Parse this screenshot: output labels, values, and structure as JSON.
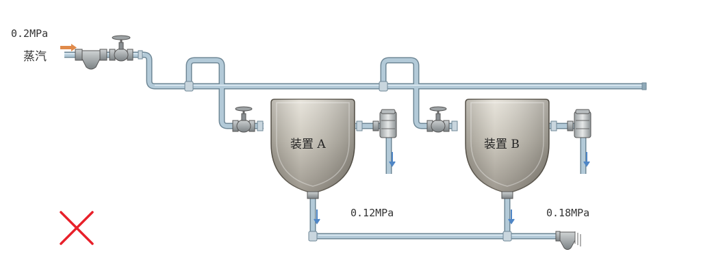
{
  "inlet": {
    "pressure": "0.2MPa",
    "medium": "蒸汽"
  },
  "vessel_a": {
    "label": "装置 A",
    "drain_pressure": "0.12MPa"
  },
  "vessel_b": {
    "label": "装置 B",
    "drain_pressure": "0.18MPa"
  },
  "colors": {
    "pipe": "#a9c3d3",
    "pipe_edge": "#6e8796",
    "vessel_top": "#d9d4c9",
    "vessel_bottom": "#8d877c",
    "flow_arrow": "#4f86c6",
    "inlet_arrow": "#e08a4a",
    "cross_mark": "#e8202a"
  },
  "mark": {
    "type": "incorrect",
    "icon": "cross-mark-icon"
  }
}
